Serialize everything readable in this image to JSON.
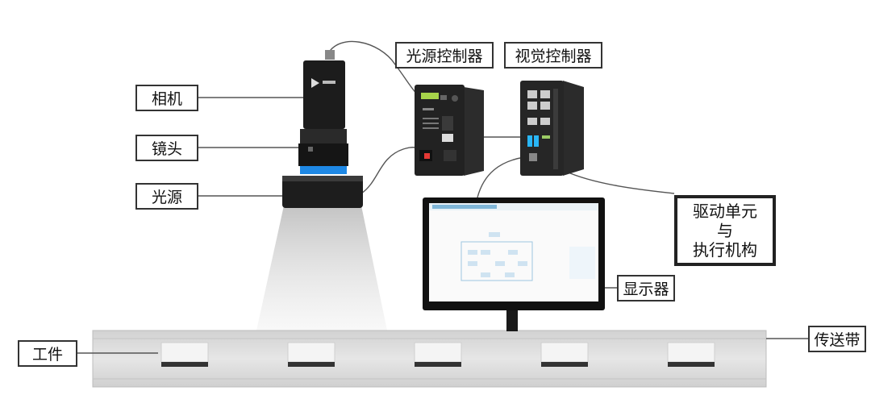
{
  "labels": {
    "camera": "相机",
    "lens": "镜头",
    "light": "光源",
    "light_controller": "光源控制器",
    "vision_controller": "视觉控制器",
    "drive_unit": [
      "驱动单元",
      "与",
      "执行机构"
    ],
    "monitor": "显示器",
    "conveyor": "传送带",
    "workpiece": "工件"
  },
  "colors": {
    "device_dark": "#1f1f1f",
    "device_mid": "#3a3a3a",
    "lens_ring": "#1e88e5",
    "conveyor_fill": "#dedede",
    "workpiece_fill": "#f4f4f4",
    "line": "#555555"
  },
  "workpiece_count": 5
}
